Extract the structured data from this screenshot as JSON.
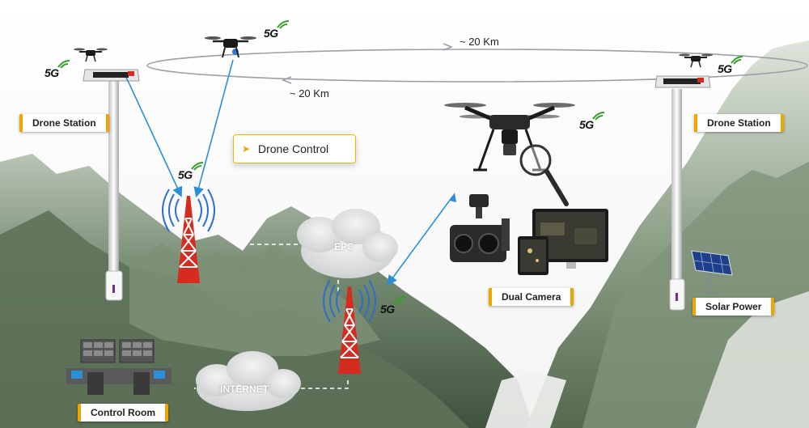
{
  "distances": {
    "top": "~ 20 Km",
    "bottom": "~ 20 Km"
  },
  "labels": {
    "drone_station_left": "Drone Station",
    "drone_station_right": "Drone Station",
    "drone_control": "Drone Control",
    "dual_camera": "Dual Camera",
    "solar_power": "Solar Power",
    "control_room": "Control Room"
  },
  "clouds": {
    "epc": "EPC",
    "internet": "INTERNET"
  },
  "network_badge": "5G",
  "colors": {
    "accent": "#f2a400",
    "link_line": "#2b8fd8",
    "mountain": "#6f8a6f",
    "tower": "#d62b1e"
  },
  "icons": [
    "drone-icon",
    "cell-tower-icon",
    "antenna-signal-icon",
    "camera-gimbal-icon",
    "monitor-icon",
    "tablet-icon",
    "magnifier-icon",
    "solar-panel-icon",
    "cloud-icon",
    "control-room-icon"
  ]
}
